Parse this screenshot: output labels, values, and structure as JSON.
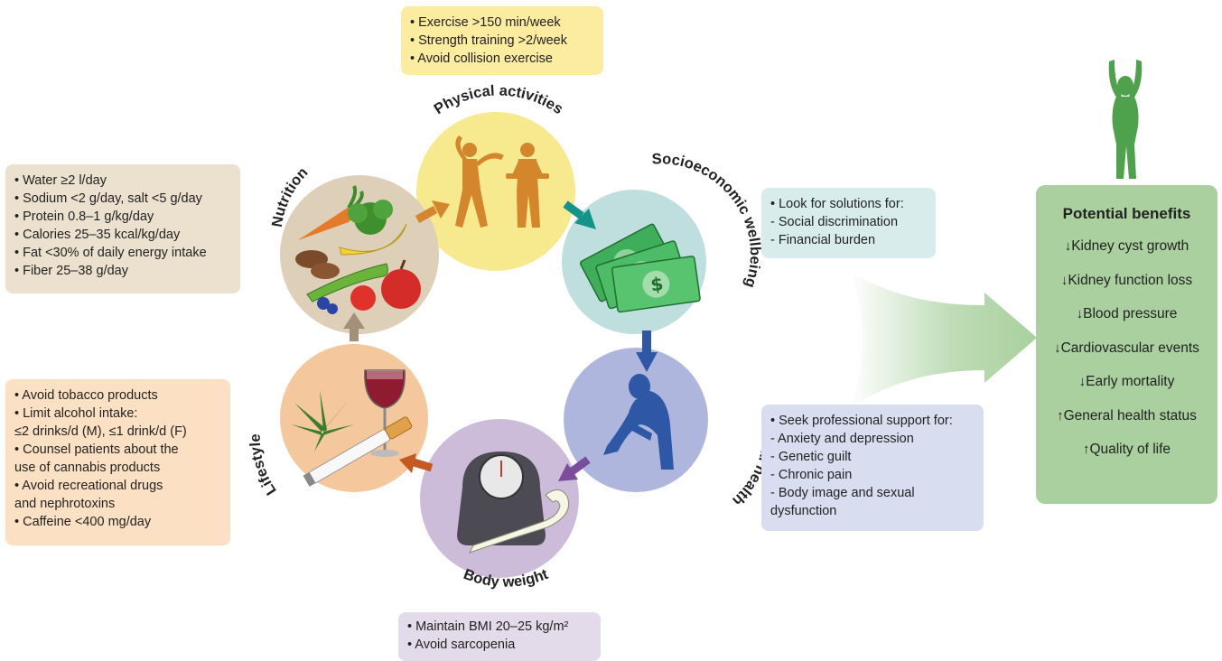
{
  "sections": {
    "physical": {
      "title": "Physical activities",
      "items": [
        "• Exercise >150 min/week",
        "• Strength training >2/week",
        "• Avoid collision exercise"
      ],
      "color": "#f7e98d"
    },
    "socioeconomic": {
      "title": "Socioeconomic wellbeing",
      "items": [
        "• Look for solutions for:",
        " - Social discrimination",
        " - Financial burden"
      ],
      "color": "#bfdfde"
    },
    "mental": {
      "title": "Mental health",
      "items": [
        "• Seek professional support for:",
        " - Anxiety and depression",
        " - Genetic guilt",
        " - Chronic pain",
        " - Body image and sexual",
        "   dysfunction"
      ],
      "color": "#aeb6de"
    },
    "body": {
      "title": "Body weight",
      "items": [
        "• Maintain BMI 20–25 kg/m²",
        "• Avoid sarcopenia"
      ],
      "color": "#cdbcd9"
    },
    "lifestyle": {
      "title": "Lifestyle",
      "items": [
        "• Avoid tobacco products",
        "• Limit alcohol intake:",
        "   ≤2 drinks/d (M), ≤1 drink/d (F)",
        "• Counsel patients about the",
        "   use of cannabis products",
        "• Avoid recreational drugs",
        "   and nephrotoxins",
        "• Caffeine <400 mg/day"
      ],
      "color": "#f4c79c"
    },
    "nutrition": {
      "title": "Nutrition",
      "items": [
        "• Water ≥2 l/day",
        "• Sodium <2 g/day, salt <5 g/day",
        "• Protein 0.8–1 g/kg/day",
        "• Calories 25–35 kcal/kg/day",
        "• Fat <30% of daily energy intake",
        "• Fiber 25–38 g/day"
      ],
      "color": "#ddcfb8"
    }
  },
  "benefits": {
    "title": "Potential benefits",
    "items": [
      {
        "arrow": "↓",
        "text": "Kidney cyst growth"
      },
      {
        "arrow": "↓",
        "text": "Kidney function loss"
      },
      {
        "arrow": "↓",
        "text": "Blood pressure"
      },
      {
        "arrow": "↓",
        "text": "Cardiovascular events"
      },
      {
        "arrow": "↓",
        "text": "Early mortality"
      },
      {
        "arrow": "↑",
        "text": "General health status"
      },
      {
        "arrow": "↑",
        "text": "Quality of life"
      }
    ]
  },
  "icons": [
    "exercise-figures-icon",
    "dollar-bills-icon",
    "sitting-person-icon",
    "scale-and-tape-icon",
    "wine-cigarette-cannabis-icon",
    "fruits-vegetables-icon",
    "healthy-person-icon"
  ],
  "colors": {
    "arrow_orange": "#d4862c",
    "arrow_teal": "#13948a",
    "arrow_blue": "#2e57a6",
    "arrow_purple": "#7a4e9a",
    "arrow_rust": "#c45a22",
    "arrow_taupe": "#a39079",
    "benefits_green": "#a9d09e",
    "figure_green": "#4fa24c"
  }
}
